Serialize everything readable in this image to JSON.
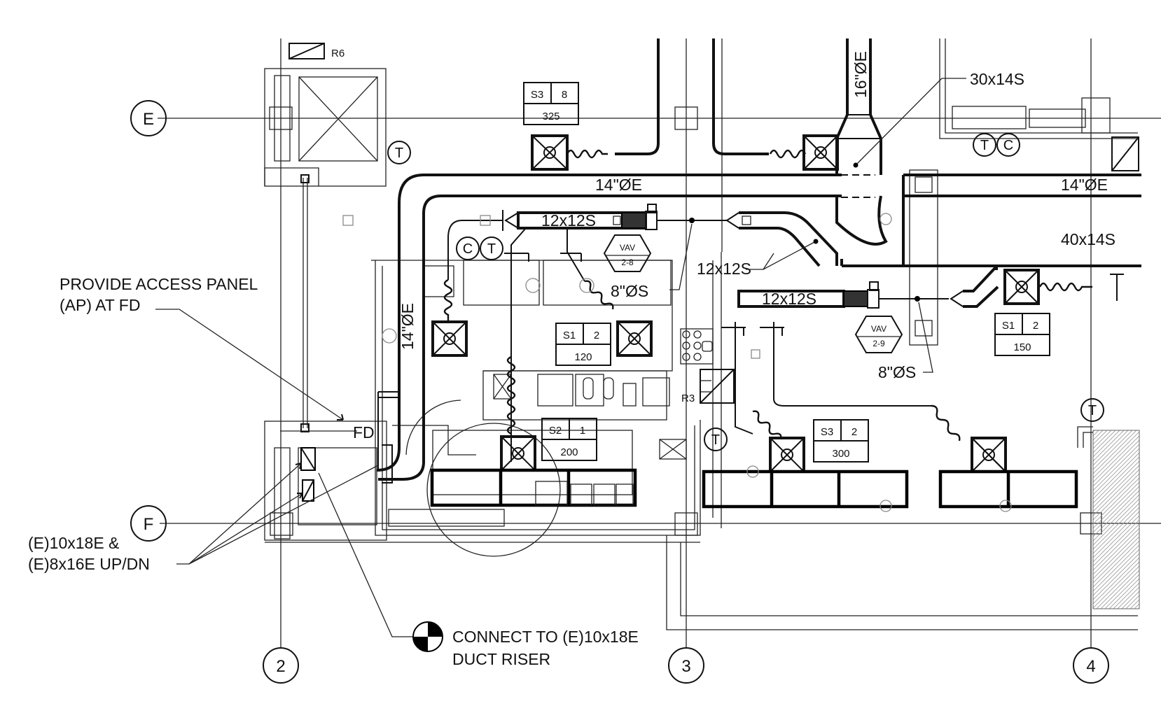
{
  "notes": {
    "access_panel_1": "PROVIDE ACCESS PANEL",
    "access_panel_2": "(AP) AT FD",
    "existing_ducts_1": "(E)10x18E &",
    "existing_ducts_2": "(E)8x16E UP/DN",
    "connect_1": "CONNECT TO (E)10x18E",
    "connect_2": "DUCT RISER"
  },
  "grid": {
    "row_e": "E",
    "row_f": "F",
    "col_2": "2",
    "col_3": "3",
    "col_4": "4"
  },
  "ducts": {
    "main_left": "14\"ØE",
    "main_right": "14\"ØE",
    "vertical": "14\"ØE",
    "riser": "16\"ØE",
    "supply_30x14": "30x14S",
    "supply_40x14": "40x14S",
    "branch_a": "12x12S",
    "branch_b": "12x12S",
    "branch_c": "12x12S",
    "runout_a": "8\"ØS",
    "runout_b": "8\"ØS",
    "fire_damper": "FD"
  },
  "vav": {
    "unit_1_label": "VAV",
    "unit_1_id": "2-8",
    "unit_2_label": "VAV",
    "unit_2_id": "2-9"
  },
  "diffusers": {
    "d1_type": "S3",
    "d1_qty": "8",
    "d1_cfm": "325",
    "d2_type": "S1",
    "d2_qty": "2",
    "d2_cfm": "120",
    "d3_type": "S1",
    "d3_qty": "2",
    "d3_cfm": "150",
    "d4_type": "S2",
    "d4_qty": "1",
    "d4_cfm": "200",
    "d5_type": "S3",
    "d5_qty": "2",
    "d5_cfm": "300"
  },
  "tags": {
    "register_r6": "R6",
    "register_r3": "R3",
    "thermostat": "T",
    "controller": "C"
  }
}
